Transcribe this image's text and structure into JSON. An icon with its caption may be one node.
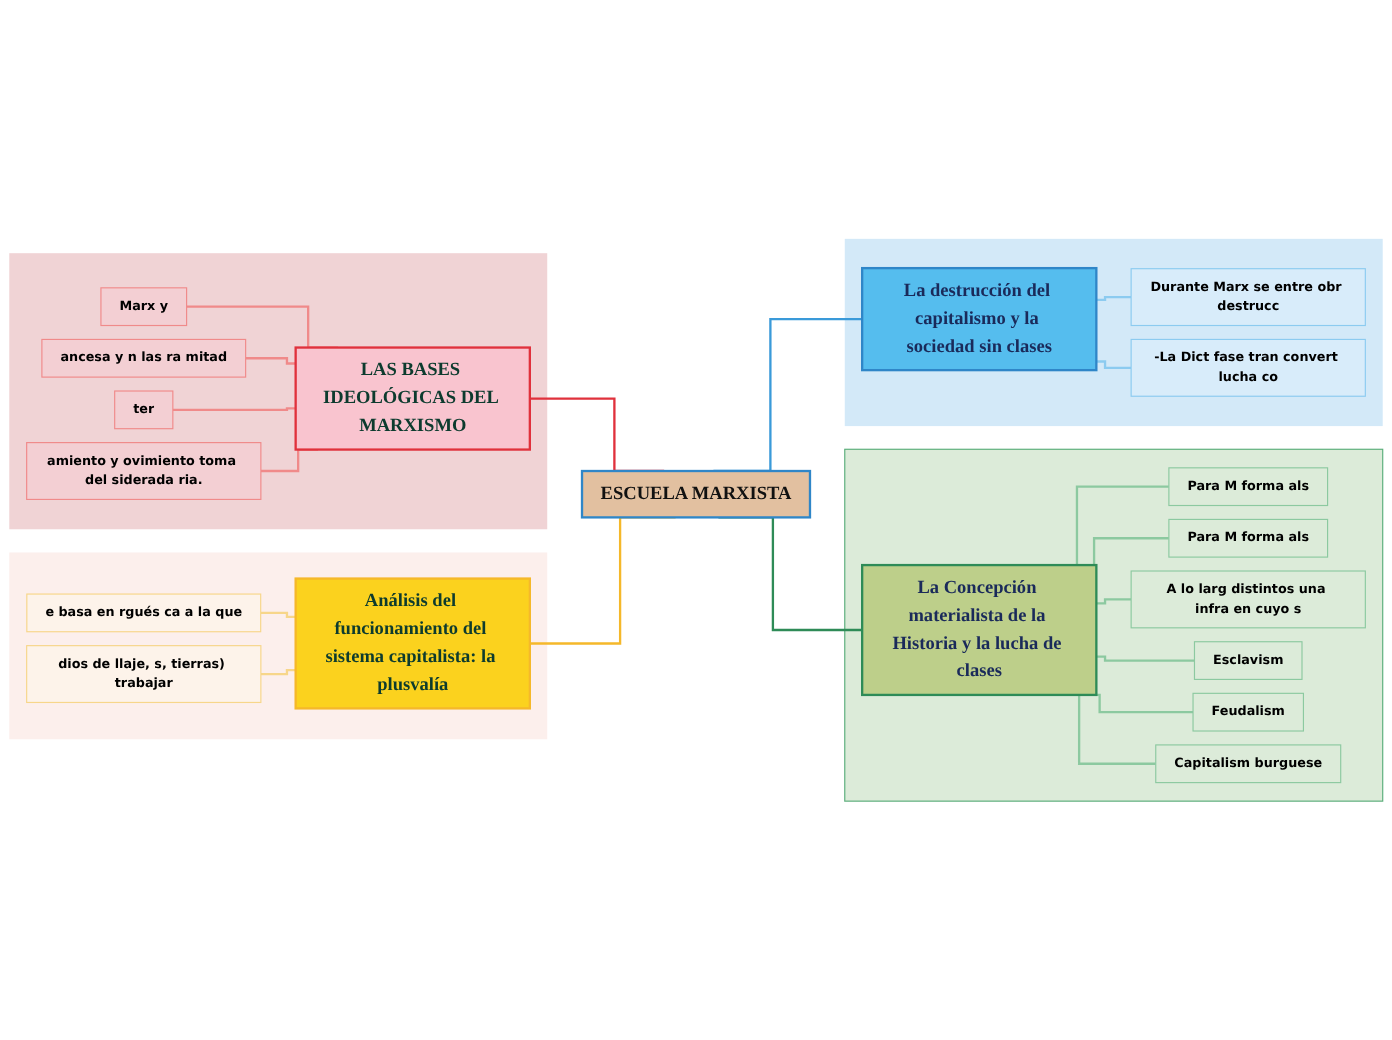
{
  "diagram": {
    "nodes": [
      {
        "text": [],
        "shape": "box"
      },
      {
        "text": [
          "LAS BASES IDEOLÓGICAS DEL MARXISMO"
        ],
        "in": 0
      },
      {
        "text": [
          "Marx y"
        ],
        "in": 0
      },
      {
        "text": [
          "ancesa y n las ra mitad"
        ],
        "in": 0
      },
      {
        "text": [
          "ter"
        ],
        "in": 0
      },
      {
        "text": [
          "amiento y ovimiento toma del siderada ria."
        ],
        "in": 0
      },
      {
        "text": [],
        "shape": "box"
      },
      {
        "text": [
          "Análisis del funcionamiento del sistema capitalista: la plusvalía"
        ],
        "in": 6
      },
      {
        "text": [
          "e basa en rgués ca a la que"
        ],
        "in": 6
      },
      {
        "text": [
          "dios de llaje, s, tierras) trabajar"
        ],
        "in": 6
      },
      {
        "text": [
          "ESCUELA MARXISTA"
        ]
      },
      {
        "text": [],
        "shape": "box"
      },
      {
        "text": [
          "La Concepción materialista de la Historia y la lucha de clases"
        ],
        "in": 11
      },
      {
        "text": [
          "Para M forma als"
        ],
        "in": 11
      },
      {
        "text": [
          "Para M forma als"
        ],
        "in": 11
      },
      {
        "text": [
          "A lo larg distintos una infra en cuyo s"
        ],
        "in": 11
      },
      {
        "text": [
          "Esclavism"
        ],
        "in": 11
      },
      {
        "text": [
          "Feudalism"
        ],
        "in": 11
      },
      {
        "text": [
          "Capitalism burguese"
        ],
        "in": 11
      },
      {
        "text": [],
        "shape": "box"
      },
      {
        "text": [
          "La destrucción del capitalismo y la sociedad sin clases"
        ],
        "in": 19
      },
      {
        "text": [
          "Durante Marx se entre obr destrucc"
        ],
        "in": 19
      },
      {
        "text": [
          "-La Dict fase tran convert lucha co"
        ],
        "in": 19
      }
    ],
    "edges": [
      {
        "from": 2,
        "to": 1,
        "arrow": "none",
        "color": "#f08a8a"
      },
      {
        "from": 3,
        "to": 1,
        "arrow": "none",
        "color": "#f08a8a"
      },
      {
        "from": 4,
        "to": 1,
        "arrow": "none",
        "color": "#f08a8a"
      },
      {
        "from": 5,
        "to": 1,
        "arrow": "none",
        "color": "#f08a8a"
      },
      {
        "from": 1,
        "to": 10,
        "arrow": "none",
        "color": "#e0313c"
      },
      {
        "from": 8,
        "to": 7,
        "arrow": "none",
        "color": "#f7d68a"
      },
      {
        "from": 9,
        "to": 7,
        "arrow": "none",
        "color": "#f7d68a"
      },
      {
        "from": 7,
        "to": 10,
        "arrow": "none",
        "color": "#f5b82a"
      },
      {
        "from": 10,
        "to": 12,
        "arrow": "none",
        "color": "#2e8b57"
      },
      {
        "from": 10,
        "to": 20,
        "arrow": "none",
        "color": "#3a9ad9"
      },
      {
        "from": 12,
        "to": 13,
        "arrow": "none",
        "color": "#8cc9a0"
      },
      {
        "from": 12,
        "to": 14,
        "arrow": "none",
        "color": "#8cc9a0"
      },
      {
        "from": 12,
        "to": 15,
        "arrow": "none",
        "color": "#8cc9a0"
      },
      {
        "from": 12,
        "to": 16,
        "arrow": "none",
        "color": "#8cc9a0"
      },
      {
        "from": 12,
        "to": 17,
        "arrow": "none",
        "color": "#8cc9a0"
      },
      {
        "from": 12,
        "to": 18,
        "arrow": "none",
        "color": "#8cc9a0"
      },
      {
        "from": 20,
        "to": 21,
        "arrow": "none",
        "color": "#8ccbf0"
      },
      {
        "from": 20,
        "to": 22,
        "arrow": "none",
        "color": "#8ccbf0"
      }
    ]
  }
}
